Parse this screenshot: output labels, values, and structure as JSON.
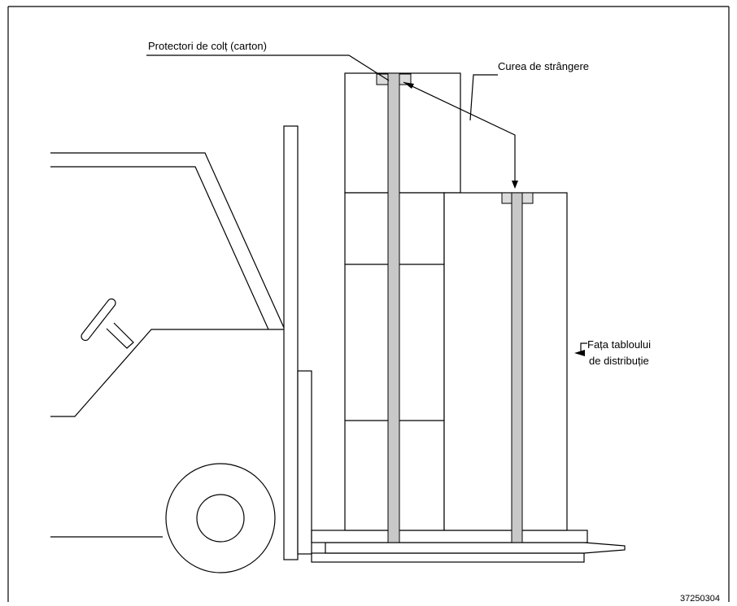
{
  "labels": {
    "corner_protectors": "Protectori de colț (carton)",
    "strap": "Curea de strângere",
    "board_front_line1": "Fața tabloului",
    "board_front_line2": "de distribuție",
    "figure_code": "37250304"
  },
  "colors": {
    "line": "#000000",
    "strap_fill": "#c8c8c8",
    "protector_fill": "#dcdcdc",
    "background": "#ffffff"
  }
}
